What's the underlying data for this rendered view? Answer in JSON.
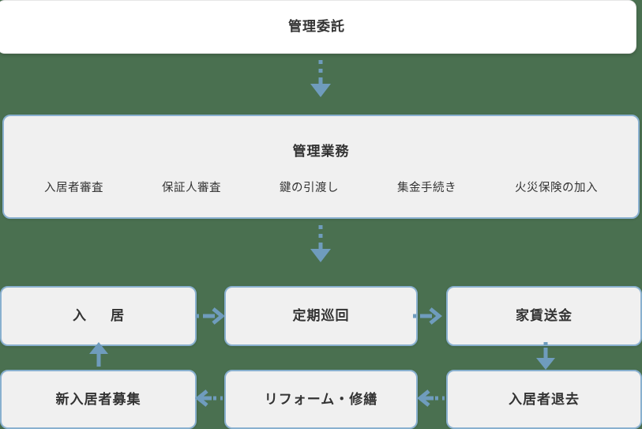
{
  "diagram": {
    "background_color": "#4a7050",
    "accent_color": "#7ba7c7",
    "box_border_color": "#89b0cf",
    "box_fill_color": "#f0f0f0",
    "text_color": "#333333"
  },
  "top": {
    "label": "管理委託"
  },
  "management": {
    "title": "管理業務",
    "items": [
      {
        "label": "入居者審査"
      },
      {
        "label": "保証人審査"
      },
      {
        "label": "鍵の引渡し"
      },
      {
        "label": "集金手続き"
      },
      {
        "label": "火災保険の加入"
      }
    ]
  },
  "cycle": {
    "row_top": [
      {
        "label": "入　居"
      },
      {
        "label": "定期巡回"
      },
      {
        "label": "家賃送金"
      }
    ],
    "row_bottom": [
      {
        "label": "新入居者募集"
      },
      {
        "label": "リフォーム・修繕"
      },
      {
        "label": "入居者退去"
      }
    ]
  },
  "arrows": [
    {
      "name": "kanri-itaku-to-kanri-gyomu",
      "direction": "down"
    },
    {
      "name": "kanri-gyomu-to-nyukyo",
      "direction": "down"
    },
    {
      "name": "nyukyo-to-teiki-junkai",
      "direction": "right"
    },
    {
      "name": "teiki-junkai-to-yachin-sokin",
      "direction": "right"
    },
    {
      "name": "yachin-sokin-to-nyukyosha-taikyo",
      "direction": "down"
    },
    {
      "name": "nyukyosha-taikyo-to-reform",
      "direction": "left"
    },
    {
      "name": "reform-to-shin-nyukyosha-boshu",
      "direction": "left"
    },
    {
      "name": "shin-nyukyosha-boshu-to-nyukyo",
      "direction": "up"
    }
  ]
}
